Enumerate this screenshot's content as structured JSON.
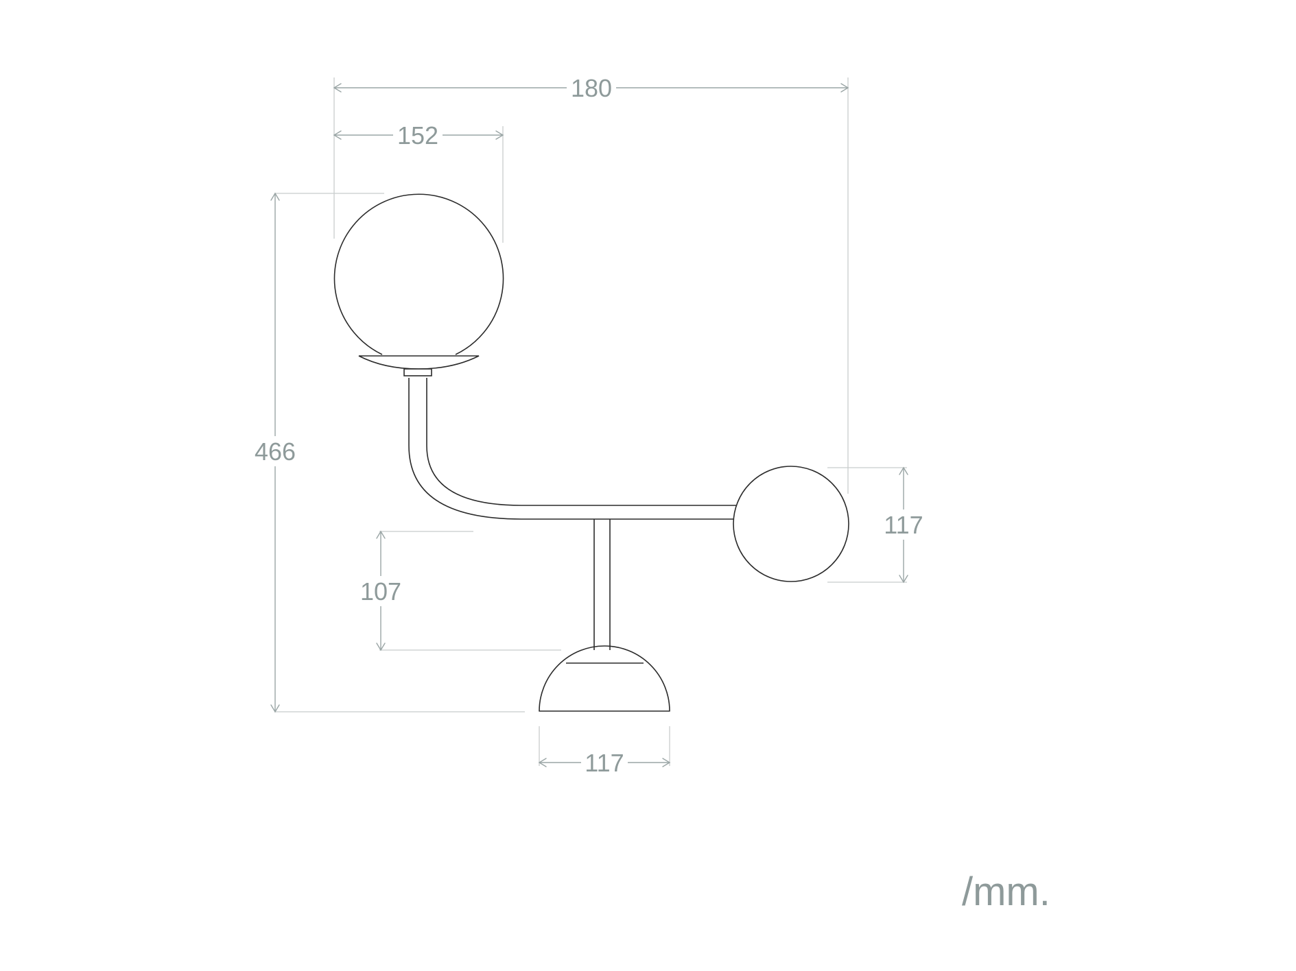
{
  "dimensions": {
    "overall_width": "180",
    "globe_large_diameter": "152",
    "overall_height": "466",
    "globe_small_diameter": "117",
    "stem_height": "107",
    "base_diameter": "117"
  },
  "units": "/mm.",
  "colors": {
    "outline": "#2a2a2a",
    "dimension": "#9aa5a5",
    "dimension_text": "#8e9a9a",
    "extension": "#c8cccc",
    "background": "#ffffff"
  }
}
